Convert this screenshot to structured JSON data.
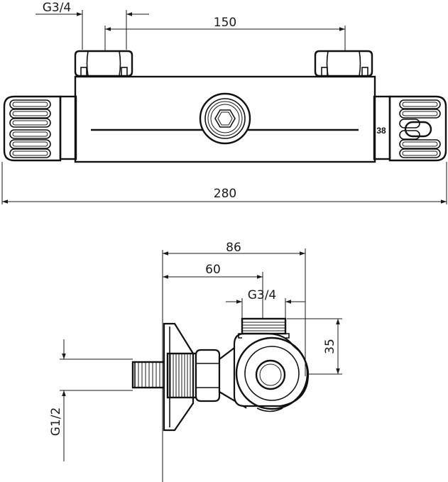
{
  "top_view": {
    "dim_thread_top": "G3/4",
    "dim_inlet_spacing": "150",
    "dim_overall_length": "280",
    "label_body_height": "38"
  },
  "side_view": {
    "dim_depth_total": "86",
    "dim_depth_axis": "60",
    "dim_thread_outlet": "G3/4",
    "dim_outlet_height": "35",
    "dim_thread_inlet": "G1/2"
  }
}
